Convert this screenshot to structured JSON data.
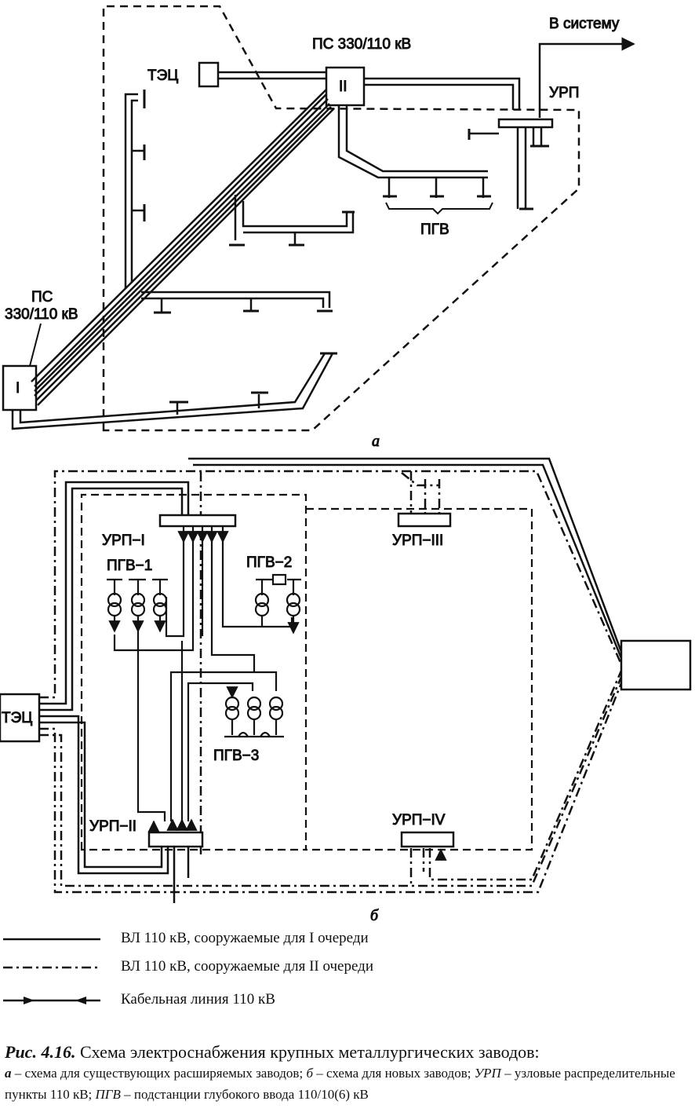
{
  "diagram_a": {
    "sublabel": "а",
    "labels": {
      "to_system": "В систему",
      "ps_top": "ПС 330/110 кВ",
      "tec": "ТЭЦ",
      "urp": "УРП",
      "ps_left_line1": "ПС",
      "ps_left_line2": "330/110 кВ",
      "node_I": "I",
      "node_II": "II",
      "pgv": "ПГВ"
    }
  },
  "diagram_b": {
    "sublabel": "б",
    "labels": {
      "urp1": "УРП−I",
      "urp2": "УРП−II",
      "urp3": "УРП−III",
      "urp4": "УРП−IV",
      "pgv1": "ПГВ−1",
      "pgv2": "ПГВ−2",
      "pgv3": "ПГВ−3",
      "tec": "ТЭЦ"
    }
  },
  "legend": [
    {
      "style": "solid",
      "text": "ВЛ 110 кВ, сооружаемые для I очереди"
    },
    {
      "style": "dashdot",
      "text": "ВЛ 110 кВ, сооружаемые для II очереди"
    },
    {
      "style": "cable",
      "text": "Кабельная линия 110 кВ"
    }
  ],
  "caption": {
    "fig_number": "Рис. 4.16.",
    "title": "Схема электроснабжения крупных металлургических заводов:",
    "a_key": "а",
    "a_text": " – схема для существующих расширяемых заводов; ",
    "b_key": "б",
    "b_text": " – схема для новых заводов; ",
    "urp_key": "УРП",
    "urp_text": " – узловые распределительные пункты 110 кВ; ",
    "pgv_key": "ПГВ",
    "pgv_text": " – подстанции глубокого ввода 110/10(6) кВ"
  }
}
